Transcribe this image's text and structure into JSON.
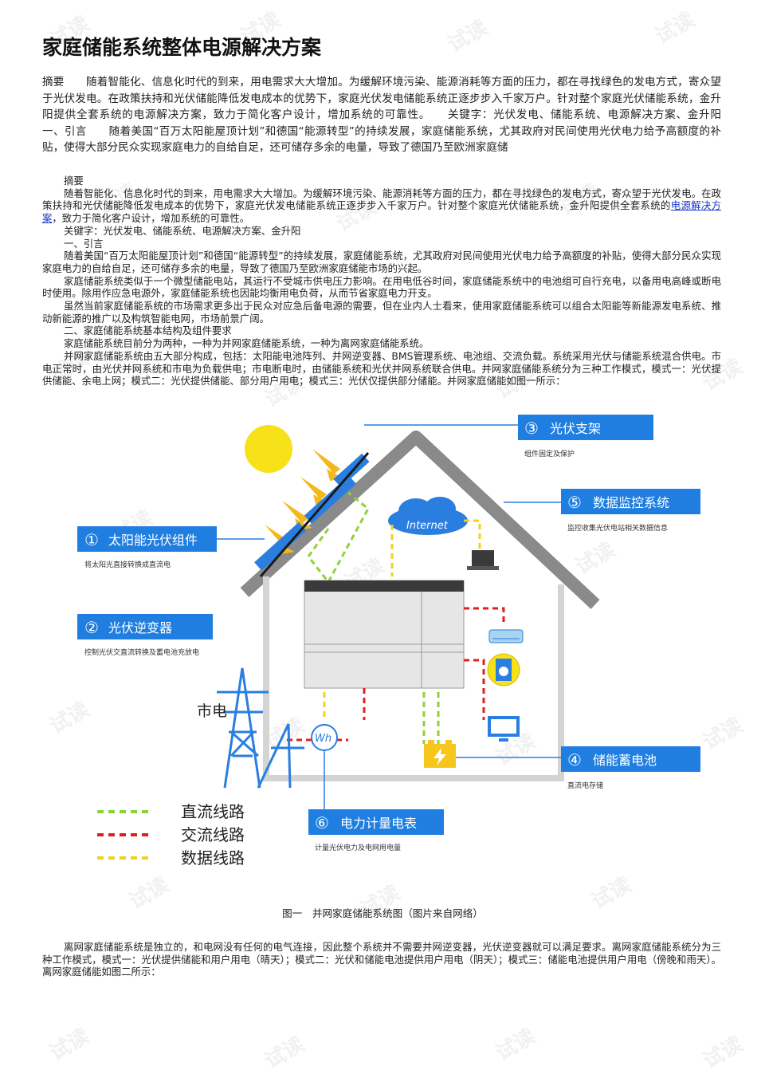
{
  "watermark": "试读",
  "title": "家庭储能系统整体电源解决方案",
  "abstract_summary": "摘要　　随着智能化、信息化时代的到来，用电需求大大增加。为缓解环境污染、能源消耗等方面的压力，都在寻找绿色的发电方式，寄众望于光伏发电。在政策扶持和光伏储能降低发电成本的优势下，家庭光伏发电储能系统正逐步步入千家万户。针对整个家庭光伏储能系统，金升阳提供全套系统的电源解决方案，致力于简化客户设计，增加系统的可靠性。　　关键字：光伏发电、储能系统、电源解决方案、金升阳　　一、引言　　随着美国“百万太阳能屋顶计划”和德国“能源转型”的持续发展，家庭储能系统，尤其政府对民间使用光伏电力给予高额度的补贴，使得大部分民众实现家庭电力的自给自足，还可储存多余的电量，导致了德国乃至欧洲家庭储",
  "body": {
    "p1_label": "摘要",
    "p2": "随着智能化、信息化时代的到来，用电需求大大增加。为缓解环境污染、能源消耗等方面的压力，都在寻找绿色的发电方式，寄众望于光伏发电。在政策扶持和光伏储能降低发电成本的优势下，家庭光伏发电储能系统正逐步步入千家万户。针对整个家庭光伏储能系统，金升阳提供全套系统的",
    "p2_link": "电源解决方案",
    "p2_tail": "，致力于简化客户设计，增加系统的可靠性。",
    "p3": "关键字：光伏发电、储能系统、电源解决方案、金升阳",
    "p4": "一、引言",
    "p5": "随着美国“百万太阳能屋顶计划”和德国“能源转型”的持续发展，家庭储能系统，尤其政府对民间使用光伏电力给予高额度的补贴，使得大部分民众实现家庭电力的自给自足，还可储存多余的电量，导致了德国乃至欧洲家庭储能市场的兴起。",
    "p6": "家庭储能系统类似于一个微型储能电站，其运行不受城市供电压力影响。在用电低谷时间，家庭储能系统中的电池组可自行充电，以备用电高峰或断电时使用。除用作应急电源外，家庭储能系统也因能均衡用电负荷，从而节省家庭电力开支。",
    "p7": "虽然当前家庭储能系统的市场需求更多出于民众对应急后备电源的需要，但在业内人士看来，使用家庭储能系统可以组合太阳能等新能源发电系统、推动新能源的推广以及构筑智能电网，市场前景广阔。",
    "p8": "二、家庭储能系统基本结构及组件要求",
    "p9": "家庭储能系统目前分为两种，一种为并网家庭储能系统，一种为离网家庭储能系统。",
    "p10": "并网家庭储能系统由五大部分构成，包括：太阳能电池阵列、并网逆变器、BMS管理系统、电池组、交流负载。系统采用光伏与储能系统混合供电。市电正常时，由光伏并网系统和市电为负载供电；市电断电时，由储能系统和光伏并网系统联合供电。并网家庭储能系统分为三种工作模式，模式一：光伏提供储能、余电上网；模式二：光伏提供储能、部分用户用电；模式三：光伏仅提供部分储能。并网家庭储能如图一所示："
  },
  "figure": {
    "labels": [
      {
        "num": "①",
        "title": "太阳能光伏组件",
        "desc": "将太阳光直接转换成直流电"
      },
      {
        "num": "②",
        "title": "光伏逆变器",
        "desc": "控制光伏交直流转换及蓄电池充放电"
      },
      {
        "num": "③",
        "title": "光伏支架",
        "desc": "组件固定及保护"
      },
      {
        "num": "⑤",
        "title": "数据监控系统",
        "desc": "监控收集光伏电站相关数据信息"
      },
      {
        "num": "④",
        "title": "储能蓄电池",
        "desc": "直流电存储"
      },
      {
        "num": "⑥",
        "title": "电力计量电表",
        "desc": "计量光伏电力及电网用电量"
      }
    ],
    "grid_label": "市电",
    "meter_label": "Wh",
    "cloud_label": "Internet",
    "legend": [
      {
        "text": "直流线路",
        "color": "#8ed23a"
      },
      {
        "text": "交流线路",
        "color": "#e02020"
      },
      {
        "text": "数据线路",
        "color": "#f0d020"
      }
    ],
    "caption": "图一　并网家庭储能系统图（图片来自网络）"
  },
  "body2": {
    "p1": "离网家庭储能系统是独立的，和电网没有任何的电气连接，因此整个系统并不需要并网逆变器，光伏逆变器就可以满足要求。离网家庭储能系统分为三种工作模式，模式一：光伏提供储能和用户用电（晴天）；模式二：光伏和储能电池提供用户用电（阴天）；模式三：储能电池提供用户用电（傍晚和雨天）。离网家庭储能如图二所示："
  }
}
